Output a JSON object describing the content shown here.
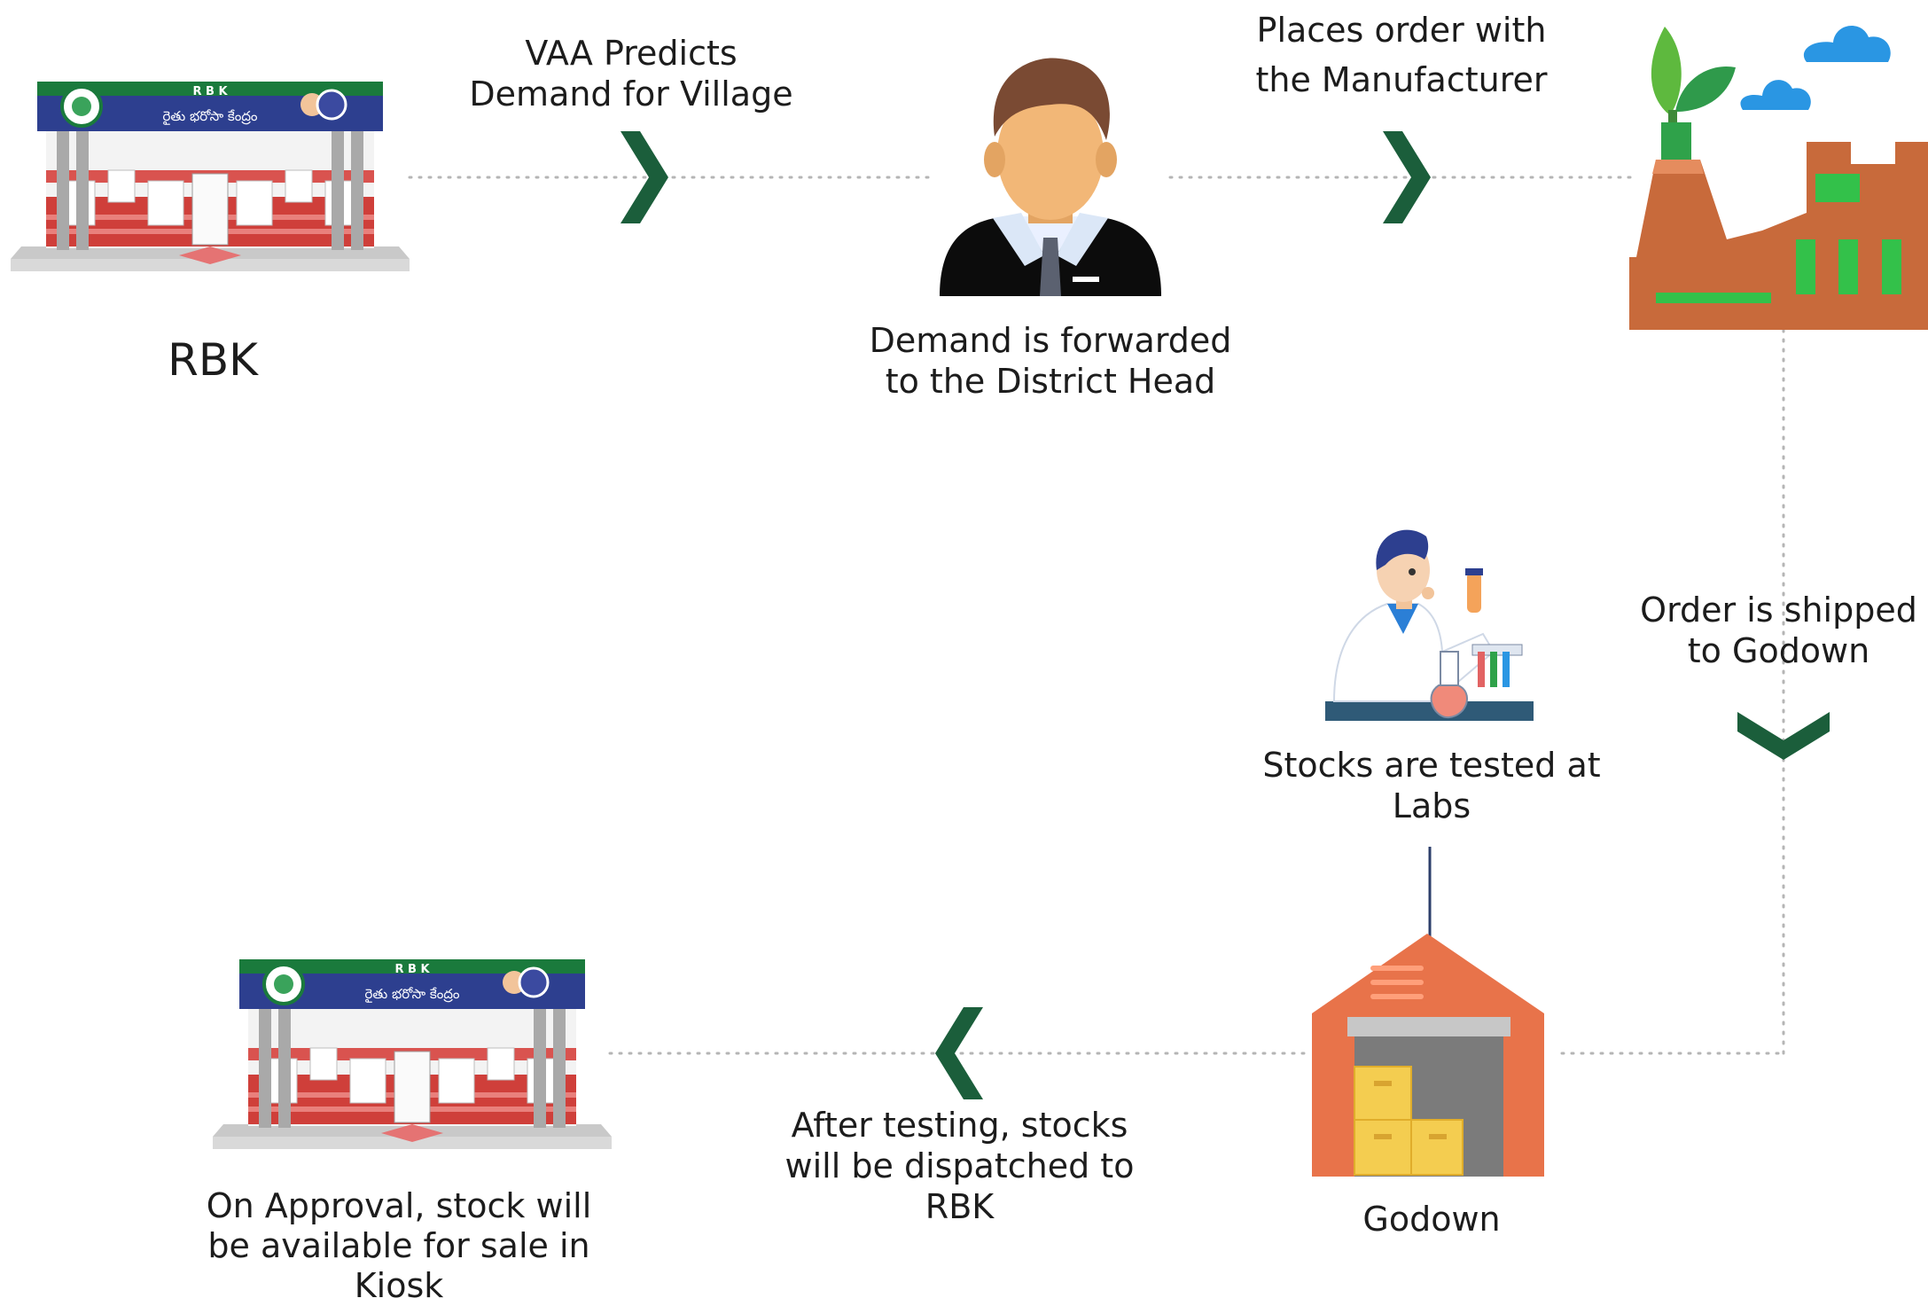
{
  "colors": {
    "arrow": "#1b5e3b",
    "dots": "#b5b5b5",
    "rbk_roof": "#1a7a3c",
    "rbk_sign": "#2d3f8f",
    "factory": "#c86a3b",
    "factory_window": "#33c14a",
    "godown_body": "#e8734a",
    "box": "#f4cd50"
  },
  "icons": {
    "rbk_top": "rbk-shop-icon",
    "district_head": "district-head-person-icon",
    "factory": "manufacturer-factory-icon",
    "lab": "lab-scientist-icon",
    "godown": "godown-warehouse-icon",
    "rbk_bottom": "kiosk-shop-icon"
  },
  "building": {
    "sign_letters": [
      "R",
      "B",
      "K"
    ],
    "sign_text": "రైతు భరోసా కేంద్రం"
  },
  "nodes": {
    "rbk": {
      "label": "RBK"
    },
    "district_head": {
      "label": [
        "Demand is forwarded",
        "to the District Head"
      ]
    },
    "labs": {
      "label": [
        "Stocks are tested at",
        "Labs"
      ]
    },
    "godown": {
      "label": "Godown"
    },
    "kiosk": {
      "label": [
        "On Approval, stock will",
        "be available for sale in",
        "Kiosk"
      ]
    }
  },
  "edges": {
    "predict": {
      "label": [
        "VAA Predicts",
        "Demand for Village"
      ]
    },
    "order": {
      "label": [
        "Places order with",
        "the Manufacturer"
      ]
    },
    "ship": {
      "label": [
        "Order is shipped",
        "to Godown"
      ]
    },
    "dispatch": {
      "label": [
        "After testing, stocks",
        "will be dispatched to",
        "RBK"
      ]
    }
  }
}
